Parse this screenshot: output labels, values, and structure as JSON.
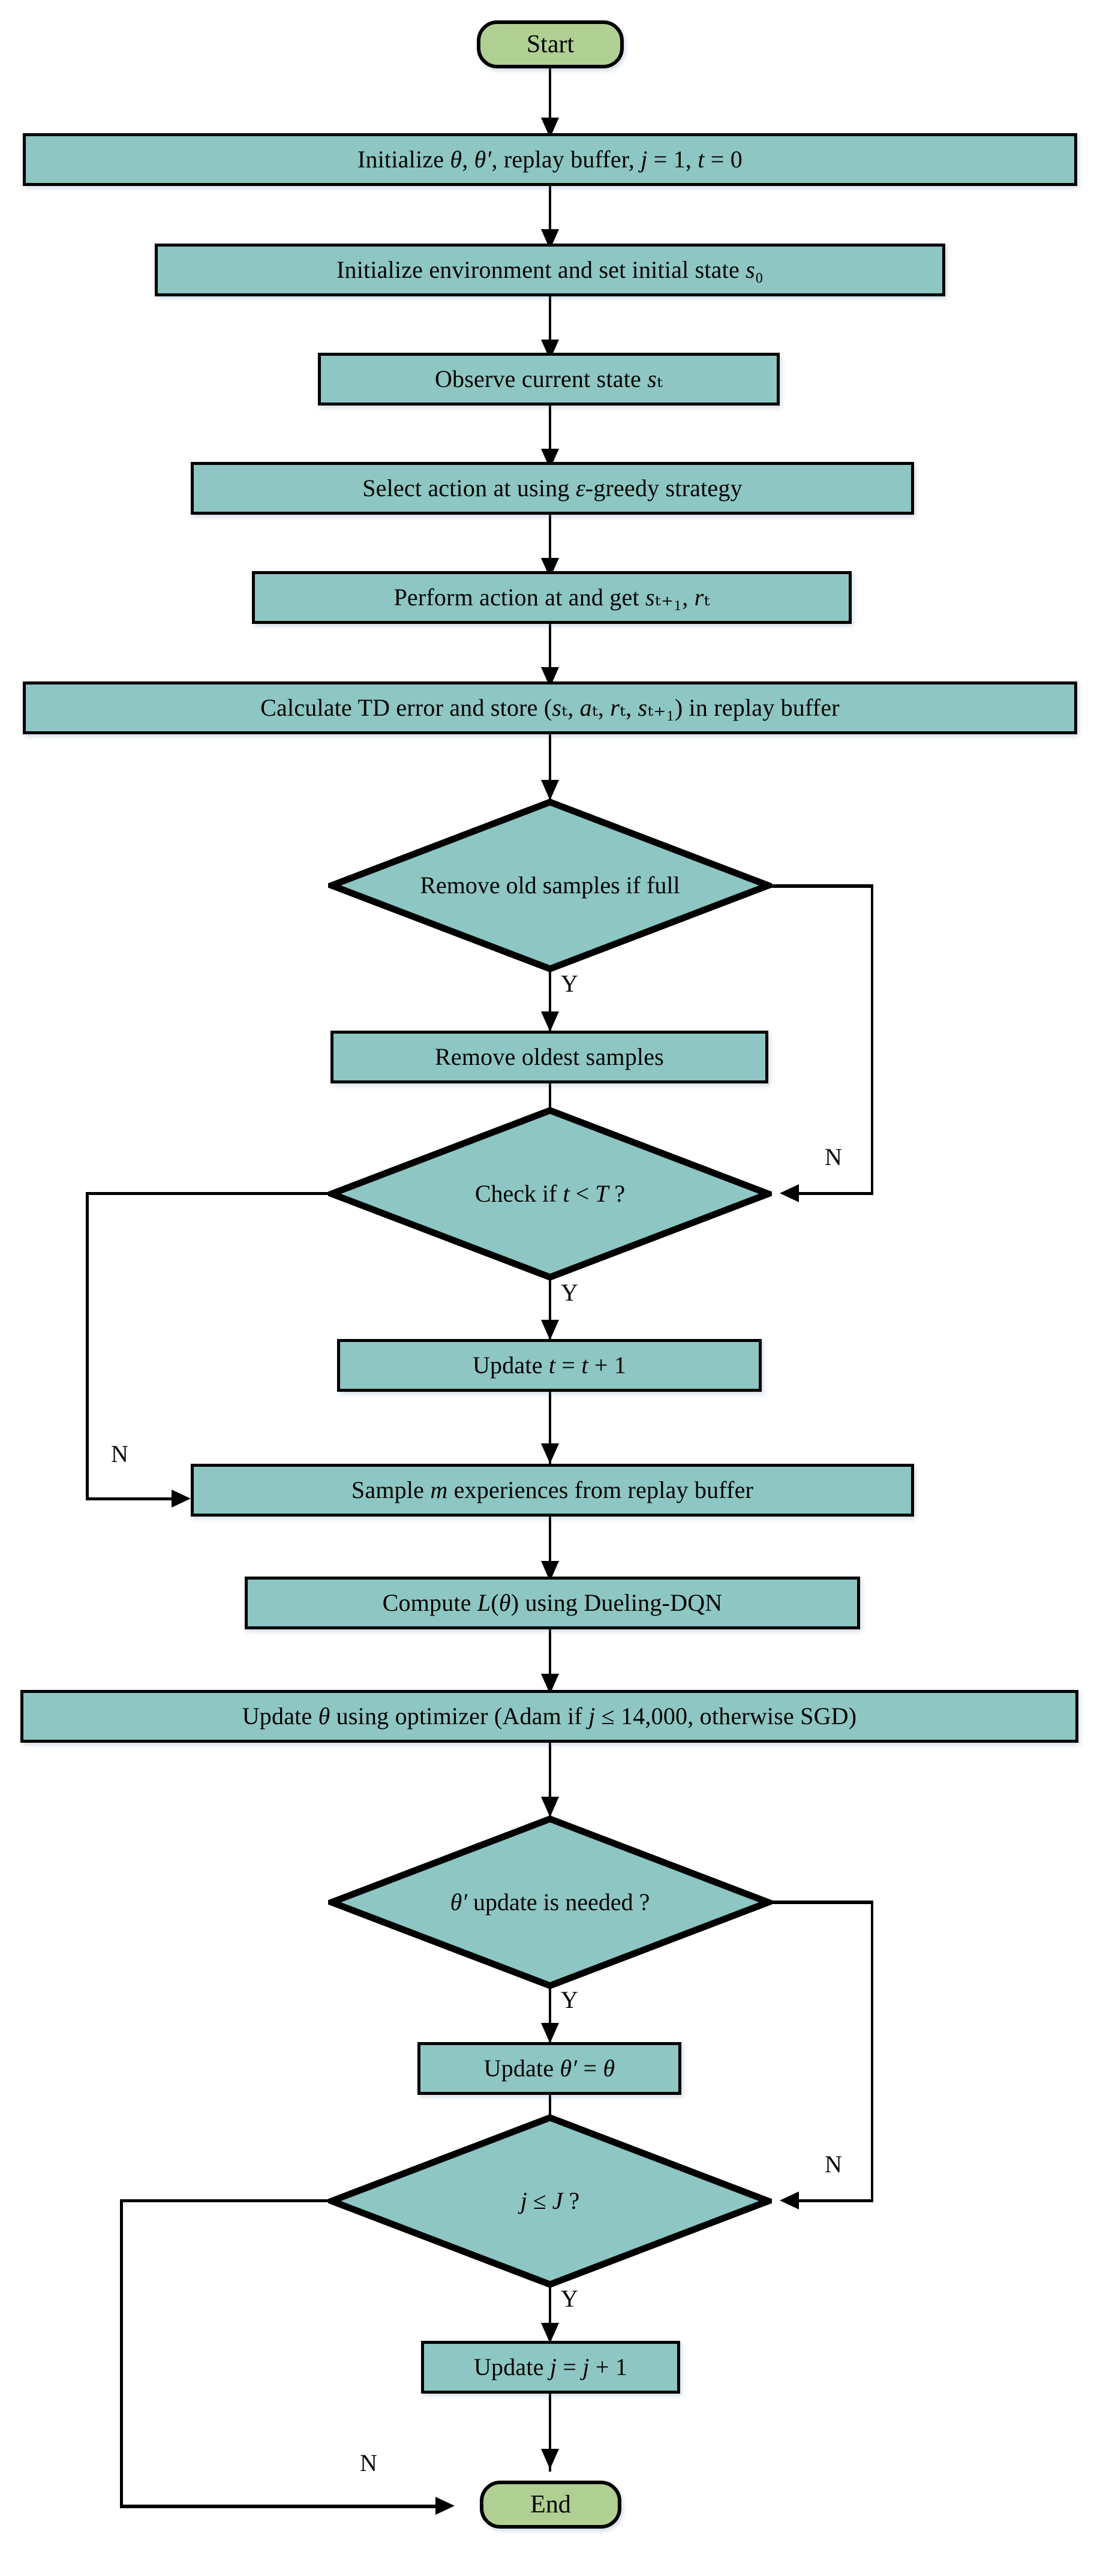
{
  "diagram": {
    "title": "Dueling-DQN training flowchart",
    "colors": {
      "process_fill": "#8dc6c2",
      "terminator_fill": "#b0cf92",
      "stroke": "#000000",
      "background": "#ffffff"
    },
    "nodes": {
      "start": {
        "label": "Start",
        "shape": "terminator"
      },
      "init_params": {
        "label": "Initialize θ, θ′, replay buffer, j = 1, t = 0",
        "shape": "process"
      },
      "init_env": {
        "label": "Initialize environment and set initial state s₀",
        "shape": "process"
      },
      "observe_state": {
        "label": "Observe current state sₜ",
        "shape": "process"
      },
      "select_action": {
        "label": "Select action at using ε-greedy strategy",
        "shape": "process"
      },
      "perform_action": {
        "label": "Perform action at and get sₜ₊₁, rₜ",
        "shape": "process"
      },
      "calc_td": {
        "label": "Calculate TD error and store (sₜ, aₜ, rₜ, sₜ₊₁) in replay buffer",
        "shape": "process"
      },
      "remove_old_check": {
        "label": "Remove old samples if full",
        "shape": "decision"
      },
      "remove_oldest": {
        "label": "Remove oldest samples",
        "shape": "process"
      },
      "check_t": {
        "label": "Check if t < T ?",
        "shape": "decision"
      },
      "update_t": {
        "label": "Update t = t + 1",
        "shape": "process"
      },
      "sample_m": {
        "label": "Sample m experiences from replay buffer",
        "shape": "process"
      },
      "compute_loss": {
        "label": "Compute L(θ) using Dueling-DQN",
        "shape": "process"
      },
      "update_theta": {
        "label": "Update θ using optimizer (Adam if j ≤ 14,000, otherwise SGD)",
        "shape": "process"
      },
      "theta_update_check": {
        "label": "θ′ update is needed ?",
        "shape": "decision"
      },
      "update_theta_target": {
        "label": "Update θ′ = θ",
        "shape": "process"
      },
      "check_j": {
        "label": "j ≤ J ?",
        "shape": "decision"
      },
      "update_j": {
        "label": "Update j = j + 1",
        "shape": "process"
      },
      "end": {
        "label": "End",
        "shape": "terminator"
      }
    },
    "edge_labels": {
      "remove_old_yes": "Y",
      "remove_old_no": "N",
      "check_t_yes": "Y",
      "check_t_no": "N",
      "check_t_left_no": "N",
      "theta_yes": "Y",
      "theta_no": "N",
      "check_j_yes": "Y",
      "check_j_no": "N",
      "check_j_left_no": "N"
    }
  }
}
